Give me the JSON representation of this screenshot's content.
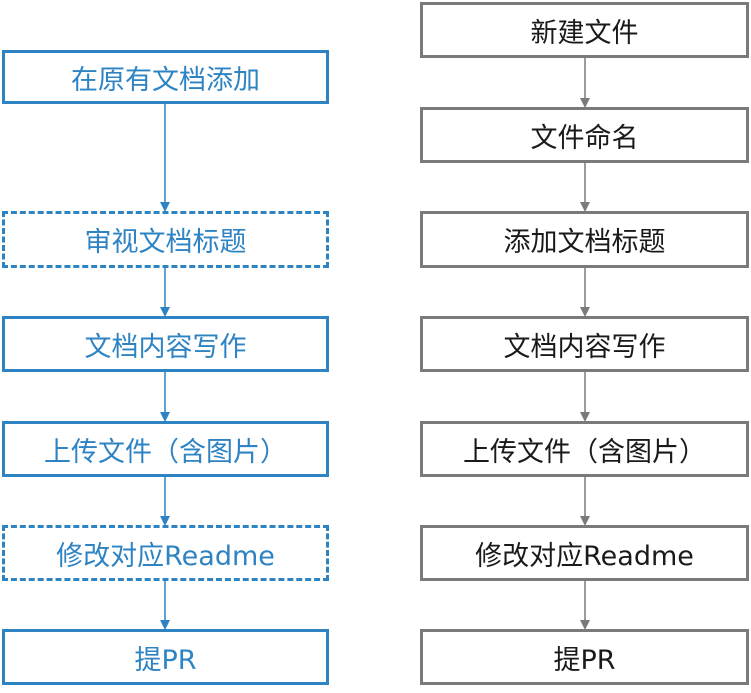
{
  "left_flow": {
    "color": "#2e83c3",
    "steps": [
      {
        "label": "在原有文档添加",
        "style": "solid"
      },
      {
        "label": "审视文档标题",
        "style": "dashed"
      },
      {
        "label": "文档内容写作",
        "style": "solid"
      },
      {
        "label": "上传文件（含图片）",
        "style": "solid"
      },
      {
        "label": "修改对应Readme",
        "style": "dashed"
      },
      {
        "label": "提PR",
        "style": "solid"
      }
    ]
  },
  "right_flow": {
    "color": "#7a7a7a",
    "steps": [
      {
        "label": "新建文件"
      },
      {
        "label": "文件命名"
      },
      {
        "label": "添加文档标题"
      },
      {
        "label": "文档内容写作"
      },
      {
        "label": "上传文件（含图片）"
      },
      {
        "label": "修改对应Readme"
      },
      {
        "label": "提PR"
      }
    ]
  }
}
